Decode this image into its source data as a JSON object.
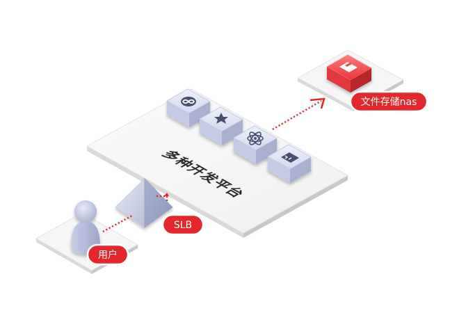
{
  "diagram": {
    "platform_label": "多种开发平台",
    "user_label": "用户",
    "slb_label": "SLB",
    "storage_label": "文件存储nas",
    "icons": [
      {
        "name": "infinity-icon"
      },
      {
        "name": "star-icon"
      },
      {
        "name": "atom-icon"
      },
      {
        "name": "terminal-icon"
      }
    ],
    "colors": {
      "accent": "#e3272d",
      "storage_red": "#f04a4f",
      "icon_block": "#dfe3f3",
      "icon_dark": "#48506e",
      "platform": "#f5f5f5",
      "user": "#b9bfd9"
    }
  }
}
